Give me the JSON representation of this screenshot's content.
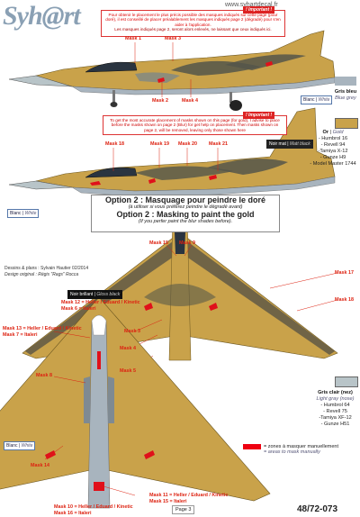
{
  "brand": {
    "logo": "Syh@rt",
    "url": "www.syhartdecal.fr"
  },
  "notice_top": {
    "badge": "! Important !",
    "fr": "Pour obtenir le placement le plus précis possible des masques indiqués sur cette page (pour doré), il est conseillé de placer préalablement les masques indiqués page 2 (dégradé) pour s'en aider à l'application.",
    "fr2": "Les masques indiqués page 2, seront alors enlevés, ne laissant que ceux indiqués ici."
  },
  "notice_mid": {
    "badge": "! Important !",
    "en": "To get the most accurate placement of masks shown on this page (for gold), I advise to place before the masks shown on page 2 (Blur) for get help on placement. Then masks shown on page 2, will be removed, leaving only those shown here"
  },
  "top_masks": [
    "Mask 1",
    "Mask 3",
    "Mask 2",
    "Mask 4"
  ],
  "mid_masks": [
    "Mask 18",
    "Mask 19",
    "Mask 20",
    "Mask 21"
  ],
  "colors": {
    "gold": "#c9a24a",
    "grey_blue": "#a8b4be",
    "light_grey": "#b8c4c8",
    "matt_black": "#1e1e1e",
    "white": "#ffffff",
    "mask_red": "#e0101a"
  },
  "tags": {
    "white_top": {
      "fr": "Blanc",
      "en": "White"
    },
    "grey_blue": {
      "fr": "Gris bleu",
      "en": "Blue grey"
    },
    "matt_black": {
      "fr": "Noir mat",
      "en": "Matt black"
    },
    "white_mid": {
      "fr": "Blanc",
      "en": "White"
    },
    "gloss_black": {
      "fr": "Noir brillant",
      "en": "Gloss black"
    },
    "white_bot": {
      "fr": "Blanc",
      "en": "White"
    }
  },
  "gold_legend": {
    "title_fr": "Or",
    "title_en": "Gold",
    "items": [
      "- Humbrol 16",
      "- Revell 94",
      "-Tamiya X-12",
      "- Gunze H9",
      "- Model Master 1744"
    ]
  },
  "grey_legend": {
    "title_fr": "Gris clair (nez)",
    "title_en": "Light gray (nose)",
    "items": [
      "- Humbrol 64",
      "- Revell 75",
      "-Tamiya XF-12",
      "- Gunze H51"
    ]
  },
  "option": {
    "fr_title": "Option 2 : Masquage pour peindre le doré",
    "fr_sub": "(à utiliser si vous préférez peindre le dégradé avant)",
    "en_title": "Option 2 : Masking to paint the gold",
    "en_sub": "(If you perfer paint the blur shades before)."
  },
  "credits": {
    "line1": "Dessins & plans : Sylvain Hautier 02/2014",
    "line2": "Design original : Régis \"Rags\" Rocca"
  },
  "top_view_masks": {
    "m15": "Mask 15",
    "m9": "Mask 9",
    "m17": "Mask 17",
    "m18": "Mask 18",
    "m3": "Mask 3",
    "m4": "Mask 4",
    "m5": "Mask 5",
    "m12": "Mask 12 = Heller / Eduard / Kinetic",
    "m6": "Mask 6 = Italeri",
    "m13": "Mask 13 = Heller / Eduard / Kinetic",
    "m7": "Mask 7 = Italeri",
    "m8": "Mask 8",
    "m14": "Mask 14",
    "m11": "Mask 11 = Heller / Eduard / Kinetic",
    "m15b": "Mask 15 = Italeri",
    "m10": "Mask 10 = Heller / Eduard / Kinetic",
    "m16": "Mask 16 = Italeri"
  },
  "legend_bottom": {
    "fr": "= zones à masquer manuellement",
    "en": "= areas to mask manually"
  },
  "footer": {
    "page": "Page 3",
    "ref": "48/72-073"
  }
}
